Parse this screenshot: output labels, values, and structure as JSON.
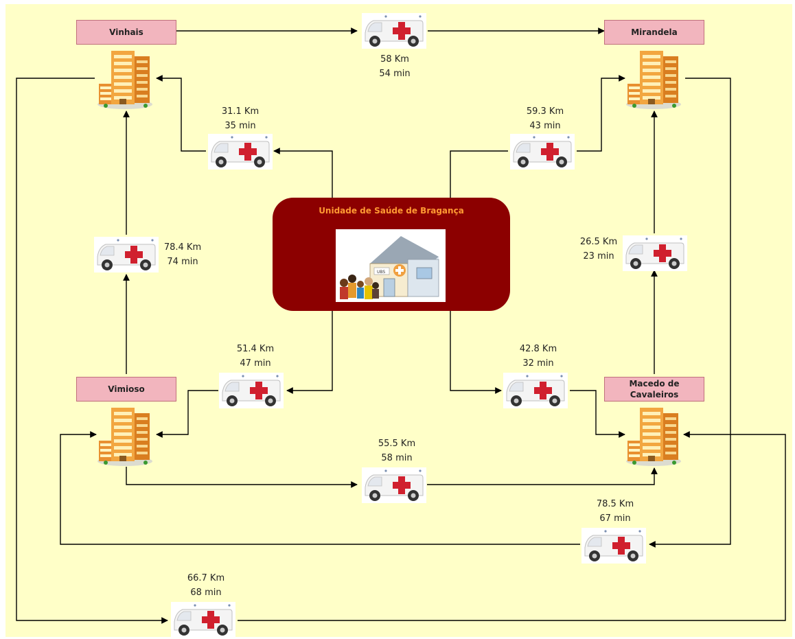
{
  "center": {
    "title": "Unidade de Saúde de Bragança",
    "sign": "UBS"
  },
  "cities": {
    "vinhais": "Vinhais",
    "mirandela": "Mirandela",
    "vimioso": "Vimioso",
    "macedo": "Macedo de Cavaleiros"
  },
  "routes": [
    {
      "id": "vinhais-mirandela",
      "distance": "58 Km",
      "time": "54 min"
    },
    {
      "id": "center-vinhais",
      "distance": "31.1 Km",
      "time": "35 min"
    },
    {
      "id": "center-mirandela",
      "distance": "59.3 Km",
      "time": "43 min"
    },
    {
      "id": "vimioso-vinhais",
      "distance": "78.4 Km",
      "time": "74 min"
    },
    {
      "id": "macedo-mirandela",
      "distance": "26.5 Km",
      "time": "23 min"
    },
    {
      "id": "center-vimioso",
      "distance": "51.4 Km",
      "time": "47 min"
    },
    {
      "id": "center-macedo",
      "distance": "42.8 Km",
      "time": "32 min"
    },
    {
      "id": "vimioso-macedo",
      "distance": "55.5 Km",
      "time": "58 min"
    },
    {
      "id": "mirandela-vimioso",
      "distance": "78.5 Km",
      "time": "67 min"
    },
    {
      "id": "vinhais-macedo",
      "distance": "66.7 Km",
      "time": "68 min"
    }
  ],
  "colors": {
    "background": "#ffffc8",
    "center_box": "#8c0000",
    "center_title": "#ff9a33",
    "city_label": "#f2b5be",
    "cross": "#d0202e",
    "connector": "#000000"
  }
}
